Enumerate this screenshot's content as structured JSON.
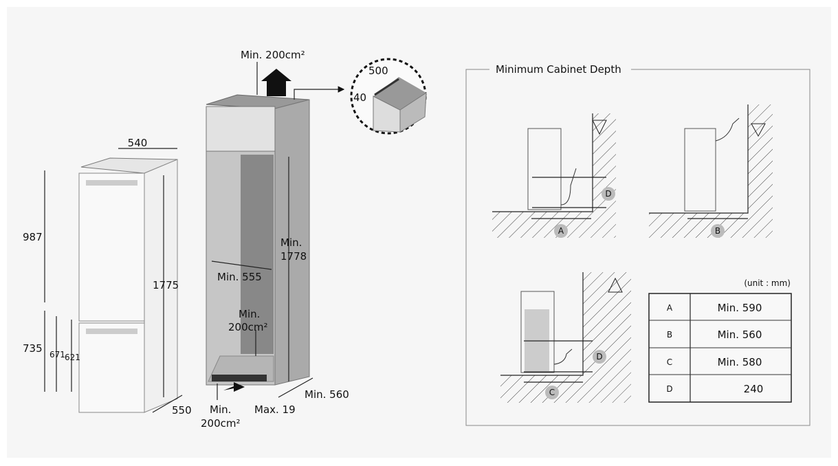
{
  "fridge": {
    "width": "540",
    "upper_height": "987",
    "total_height": "1775",
    "lower_height": "735",
    "lower_inner_1": "671",
    "lower_inner_2": "621",
    "depth": "550"
  },
  "cabinet": {
    "top_vent": "Min. 200cm²",
    "inner_height_1": "Min.",
    "inner_height_2": "1778",
    "inner_width": "Min. 555",
    "rear_vent_1": "Min.",
    "rear_vent_2": "200cm²",
    "bottom_vent_1": "Min.",
    "bottom_vent_2": "200cm²",
    "max_gap": "Max. 19",
    "depth": "Min. 560",
    "detail_width": "500",
    "detail_height": "40"
  },
  "depth_panel": {
    "title": "Minimum Cabinet Depth",
    "unit": "(unit : mm)",
    "markers": [
      "A",
      "B",
      "C",
      "D"
    ],
    "table": [
      {
        "key": "A",
        "value": "Min. 590"
      },
      {
        "key": "B",
        "value": "Min. 560"
      },
      {
        "key": "C",
        "value": "Min. 580"
      },
      {
        "key": "D",
        "value": "240"
      }
    ]
  }
}
